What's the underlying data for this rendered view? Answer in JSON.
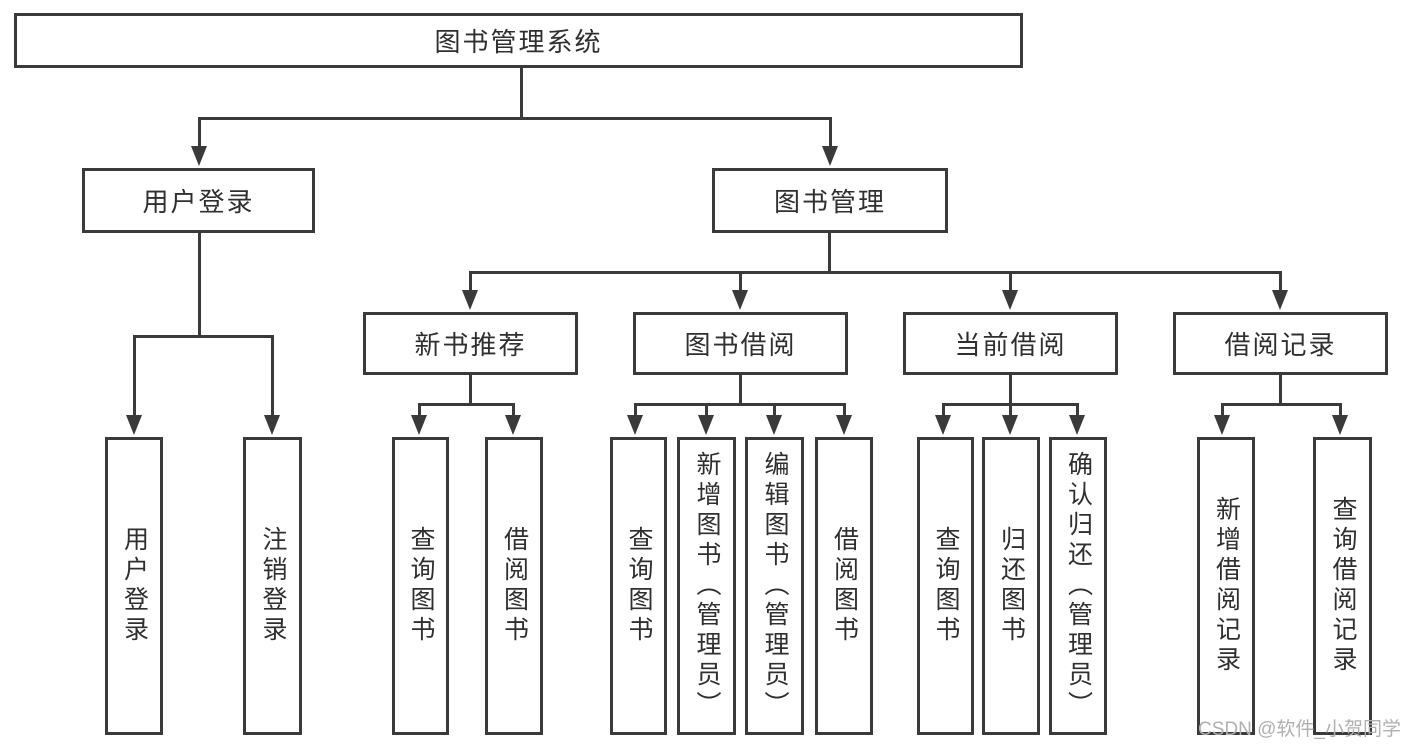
{
  "diagram_type": "hierarchy-tree",
  "colors": {
    "line": "#3a3a3a",
    "box_border": "#3a3a3a",
    "box_fill": "#ffffff",
    "text": "#2f2f2f",
    "watermark": "#b0b0b0",
    "background": "#ffffff"
  },
  "tree": {
    "label": "图书管理系统",
    "children": [
      {
        "label": "用户登录",
        "children": [
          {
            "label": "用户登录"
          },
          {
            "label": "注销登录"
          }
        ]
      },
      {
        "label": "图书管理",
        "children": [
          {
            "label": "新书推荐",
            "children": [
              {
                "label": "查询图书"
              },
              {
                "label": "借阅图书"
              }
            ]
          },
          {
            "label": "图书借阅",
            "children": [
              {
                "label": "查询图书"
              },
              {
                "label": "新增图书（管理员）"
              },
              {
                "label": "编辑图书（管理员）"
              },
              {
                "label": "借阅图书"
              }
            ]
          },
          {
            "label": "当前借阅",
            "children": [
              {
                "label": "查询图书"
              },
              {
                "label": "归还图书"
              },
              {
                "label": "确认归还（管理员）"
              }
            ]
          },
          {
            "label": "借阅记录",
            "children": [
              {
                "label": "新增借阅记录"
              },
              {
                "label": "查询借阅记录"
              }
            ]
          }
        ]
      }
    ]
  },
  "watermark": "CSDN @软件_小贺同学"
}
